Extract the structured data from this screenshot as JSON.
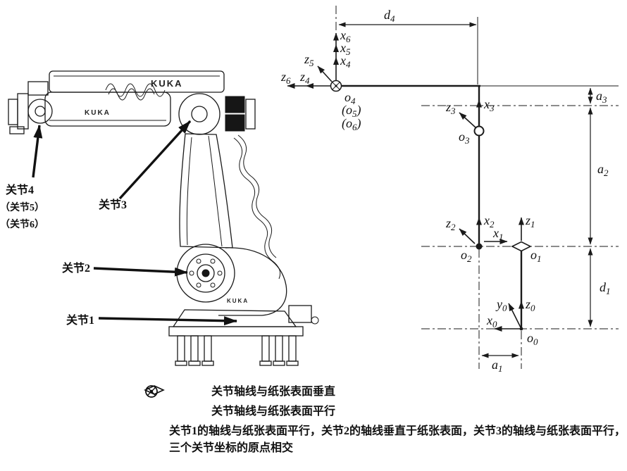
{
  "robot": {
    "brand": "KUKA",
    "callouts": {
      "joint4": "关节4",
      "joint5": "（关节5）",
      "joint6": "（关节6）",
      "joint3": "关节3",
      "joint2": "关节2",
      "joint1": "关节1"
    }
  },
  "kin": {
    "d4": {
      "b": "d",
      "s": "4"
    },
    "a3": {
      "b": "a",
      "s": "3"
    },
    "a2": {
      "b": "a",
      "s": "2"
    },
    "d1": {
      "b": "d",
      "s": "1"
    },
    "a1": {
      "b": "a",
      "s": "1"
    },
    "x6": {
      "b": "x",
      "s": "6"
    },
    "x5": {
      "b": "x",
      "s": "5"
    },
    "x4": {
      "b": "x",
      "s": "4"
    },
    "z5": {
      "b": "z",
      "s": "5"
    },
    "z6": {
      "b": "z",
      "s": "6"
    },
    "z4": {
      "b": "z",
      "s": "4"
    },
    "o4": {
      "b": "o",
      "s": "4"
    },
    "o5": {
      "b": "(o",
      "s": "5",
      "c": ")"
    },
    "o6": {
      "b": "(o",
      "s": "6",
      "c": ")"
    },
    "x3": {
      "b": "x",
      "s": "3"
    },
    "z3": {
      "b": "z",
      "s": "3"
    },
    "o3": {
      "b": "o",
      "s": "3"
    },
    "x2": {
      "b": "x",
      "s": "2"
    },
    "z2": {
      "b": "z",
      "s": "2"
    },
    "x1": {
      "b": "x",
      "s": "1"
    },
    "o2": {
      "b": "o",
      "s": "2"
    },
    "z1": {
      "b": "z",
      "s": "1"
    },
    "o1": {
      "b": "o",
      "s": "1"
    },
    "y0": {
      "b": "y",
      "s": "0"
    },
    "z0": {
      "b": "z",
      "s": "0"
    },
    "x0": {
      "b": "x",
      "s": "0"
    },
    "o0": {
      "b": "o",
      "s": "0"
    }
  },
  "legend": {
    "rows": [
      {
        "symbol": "circle-dot",
        "text": "关节轴线与纸张表面垂直"
      },
      {
        "symbol": "diamond-arrow",
        "text": "关节轴线与纸张表面平行"
      },
      {
        "symbol": "circle-cross",
        "text": "关节1的轴线与纸张表面平行，关节2的轴线垂直于纸张表面，关节3的轴线与纸张表面平行，三个关节坐标的原点相交"
      }
    ]
  },
  "colors": {
    "ink": "#1a1a1a",
    "background": "#ffffff"
  }
}
